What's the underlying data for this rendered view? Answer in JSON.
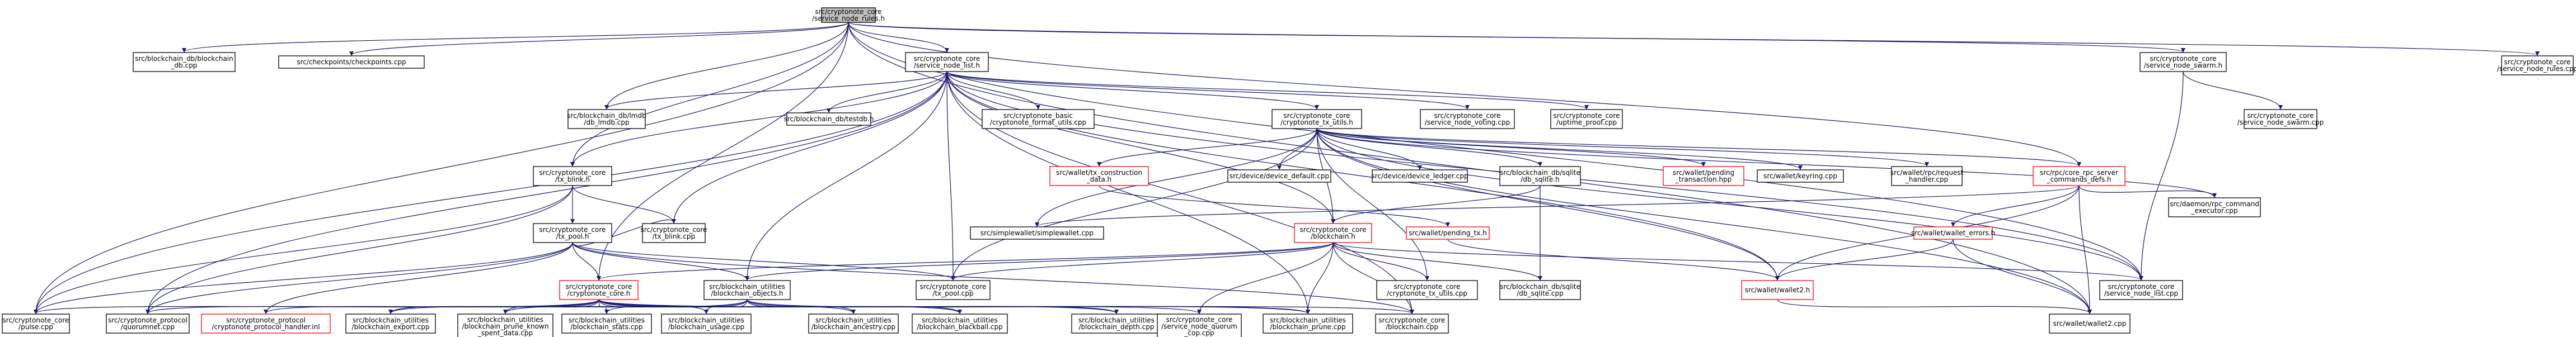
{
  "graph": {
    "colors": {
      "root_fill": "#bfbfbf",
      "node_fill": "#ffffff",
      "normal_border": "#000000",
      "truncated_border": "#ff0000",
      "text": "#000000",
      "edge": "#191970"
    },
    "nodes": [
      {
        "id": "n0",
        "lines": [
          "src/cryptonote_core",
          "/service_node_rules.h"
        ],
        "root": true
      },
      {
        "id": "n1",
        "lines": [
          "src/blockchain_db/blockchain",
          "_db.cpp"
        ]
      },
      {
        "id": "n2",
        "lines": [
          "src/checkpoints/checkpoints.cpp"
        ]
      },
      {
        "id": "n3",
        "lines": [
          "src/cryptonote_core",
          "/service_node_list.h"
        ]
      },
      {
        "id": "n4",
        "lines": [
          "src/cryptonote_core",
          "/service_node_swarm.h"
        ]
      },
      {
        "id": "n5",
        "lines": [
          "src/cryptonote_core",
          "/service_node_rules.cpp"
        ]
      },
      {
        "id": "n6",
        "lines": [
          "src/blockchain_db/lmdb",
          "/db_lmdb.cpp"
        ]
      },
      {
        "id": "n7",
        "lines": [
          "src/blockchain_db/testdb.h"
        ]
      },
      {
        "id": "n8",
        "lines": [
          "src/cryptonote_basic",
          "/cryptonote_format_utils.cpp"
        ]
      },
      {
        "id": "n9",
        "lines": [
          "src/cryptonote_core",
          "/cryptonote_tx_utils.h"
        ]
      },
      {
        "id": "n10",
        "lines": [
          "src/cryptonote_core",
          "/service_node_voting.cpp"
        ]
      },
      {
        "id": "n11",
        "lines": [
          "src/cryptonote_core",
          "/uptime_proof.cpp"
        ]
      },
      {
        "id": "n12",
        "lines": [
          "src/cryptonote_core",
          "/service_node_swarm.cpp"
        ]
      },
      {
        "id": "n13",
        "lines": [
          "src/cryptonote_core",
          "/tx_blink.h"
        ]
      },
      {
        "id": "n14",
        "lines": [
          "src/wallet/tx_construction",
          "_data.h"
        ],
        "truncated": true
      },
      {
        "id": "n15",
        "lines": [
          "src/device/device_default.cpp"
        ]
      },
      {
        "id": "n16",
        "lines": [
          "src/device/device_ledger.cpp"
        ]
      },
      {
        "id": "n17",
        "lines": [
          "src/blockchain_db/sqlite",
          "/db_sqlite.h"
        ]
      },
      {
        "id": "n18",
        "lines": [
          "src/wallet/pending",
          "_transaction.hpp"
        ],
        "truncated": true
      },
      {
        "id": "n19",
        "lines": [
          "src/wallet/keyring.cpp"
        ]
      },
      {
        "id": "n20",
        "lines": [
          "src/wallet/rpc/request",
          "_handler.cpp"
        ]
      },
      {
        "id": "n21",
        "lines": [
          "src/rpc/core_rpc_server",
          "_commands_defs.h"
        ],
        "truncated": true
      },
      {
        "id": "n22",
        "lines": [
          "src/cryptonote_core",
          "/tx_pool.h"
        ]
      },
      {
        "id": "n23",
        "lines": [
          "src/cryptonote_core",
          "/tx_blink.cpp"
        ]
      },
      {
        "id": "n24",
        "lines": [
          "src/simplewallet/simplewallet.cpp"
        ]
      },
      {
        "id": "n25",
        "lines": [
          "src/cryptonote_core",
          "/blockchain.h"
        ],
        "truncated": true
      },
      {
        "id": "n26",
        "lines": [
          "src/wallet/pending_tx.h"
        ],
        "truncated": true
      },
      {
        "id": "n27",
        "lines": [
          "src/wallet/wallet_errors.h"
        ],
        "truncated": true
      },
      {
        "id": "n28",
        "lines": [
          "src/daemon/rpc_command",
          "_executor.cpp"
        ]
      },
      {
        "id": "n29",
        "lines": [
          "src/cryptonote_core",
          "/cryptonote_core.h"
        ],
        "truncated": true
      },
      {
        "id": "n30",
        "lines": [
          "src/blockchain_utilities",
          "/blockchain_objects.h"
        ]
      },
      {
        "id": "n31",
        "lines": [
          "src/cryptonote_core",
          "/tx_pool.cpp"
        ]
      },
      {
        "id": "n32",
        "lines": [
          "src/cryptonote_core",
          "/cryptonote_tx_utils.cpp"
        ]
      },
      {
        "id": "n33",
        "lines": [
          "src/blockchain_db/sqlite",
          "/db_sqlite.cpp"
        ]
      },
      {
        "id": "n34",
        "lines": [
          "src/wallet/wallet2.h"
        ],
        "truncated": true
      },
      {
        "id": "n35",
        "lines": [
          "src/cryptonote_core",
          "/service_node_list.cpp"
        ]
      },
      {
        "id": "n36",
        "lines": [
          "src/cryptonote_core",
          "/pulse.cpp"
        ]
      },
      {
        "id": "n37",
        "lines": [
          "src/cryptonote_protocol",
          "/quorumnet.cpp"
        ]
      },
      {
        "id": "n38",
        "lines": [
          "src/cryptonote_protocol",
          "/cryptonote_protocol_handler.inl"
        ],
        "truncated": true
      },
      {
        "id": "n39",
        "lines": [
          "src/blockchain_utilities",
          "/blockchain_export.cpp"
        ]
      },
      {
        "id": "n40",
        "lines": [
          "src/blockchain_utilities",
          "/blockchain_prune_known",
          "_spent_data.cpp"
        ]
      },
      {
        "id": "n41",
        "lines": [
          "src/blockchain_utilities",
          "/blockchain_stats.cpp"
        ]
      },
      {
        "id": "n42",
        "lines": [
          "src/blockchain_utilities",
          "/blockchain_usage.cpp"
        ]
      },
      {
        "id": "n43",
        "lines": [
          "src/blockchain_utilities",
          "/blockchain_ancestry.cpp"
        ]
      },
      {
        "id": "n44",
        "lines": [
          "src/blockchain_utilities",
          "/blockchain_blackball.cpp"
        ]
      },
      {
        "id": "n45",
        "lines": [
          "src/blockchain_utilities",
          "/blockchain_depth.cpp"
        ]
      },
      {
        "id": "n46",
        "lines": [
          "src/cryptonote_core",
          "/service_node_quorum",
          "_cop.cpp"
        ]
      },
      {
        "id": "n47",
        "lines": [
          "src/blockchain_utilities",
          "/blockchain_prune.cpp"
        ]
      },
      {
        "id": "n48",
        "lines": [
          "src/cryptonote_core",
          "/blockchain.cpp"
        ]
      },
      {
        "id": "n49",
        "lines": [
          "src/wallet/wallet2.cpp"
        ]
      }
    ],
    "edges": [
      [
        "n0",
        "n1"
      ],
      [
        "n0",
        "n2"
      ],
      [
        "n0",
        "n3"
      ],
      [
        "n0",
        "n4"
      ],
      [
        "n0",
        "n5"
      ],
      [
        "n0",
        "n6"
      ],
      [
        "n0",
        "n13"
      ],
      [
        "n0",
        "n36"
      ],
      [
        "n0",
        "n29"
      ],
      [
        "n0",
        "n35"
      ],
      [
        "n0",
        "n49"
      ],
      [
        "n0",
        "n21"
      ],
      [
        "n4",
        "n12"
      ],
      [
        "n4",
        "n35"
      ],
      [
        "n3",
        "n6"
      ],
      [
        "n3",
        "n7"
      ],
      [
        "n3",
        "n8"
      ],
      [
        "n3",
        "n9"
      ],
      [
        "n3",
        "n10"
      ],
      [
        "n3",
        "n11"
      ],
      [
        "n3",
        "n13"
      ],
      [
        "n3",
        "n23"
      ],
      [
        "n3",
        "n25"
      ],
      [
        "n3",
        "n30"
      ],
      [
        "n3",
        "n31"
      ],
      [
        "n3",
        "n36"
      ],
      [
        "n3",
        "n37"
      ],
      [
        "n3",
        "n47"
      ],
      [
        "n3",
        "n48"
      ],
      [
        "n3",
        "n35"
      ],
      [
        "n3",
        "n34"
      ],
      [
        "n9",
        "n14"
      ],
      [
        "n9",
        "n15"
      ],
      [
        "n9",
        "n16"
      ],
      [
        "n9",
        "n17"
      ],
      [
        "n9",
        "n18"
      ],
      [
        "n9",
        "n19"
      ],
      [
        "n9",
        "n20"
      ],
      [
        "n9",
        "n21"
      ],
      [
        "n9",
        "n24"
      ],
      [
        "n9",
        "n25"
      ],
      [
        "n9",
        "n28"
      ],
      [
        "n9",
        "n32"
      ],
      [
        "n9",
        "n34"
      ],
      [
        "n9",
        "n49"
      ],
      [
        "n9",
        "n31"
      ],
      [
        "n9",
        "n35"
      ],
      [
        "n13",
        "n22"
      ],
      [
        "n13",
        "n23"
      ],
      [
        "n13",
        "n36"
      ],
      [
        "n13",
        "n37"
      ],
      [
        "n14",
        "n26"
      ],
      [
        "n17",
        "n25"
      ],
      [
        "n17",
        "n33"
      ],
      [
        "n21",
        "n24"
      ],
      [
        "n21",
        "n27"
      ],
      [
        "n21",
        "n28"
      ],
      [
        "n21",
        "n34"
      ],
      [
        "n21",
        "n49"
      ],
      [
        "n22",
        "n29"
      ],
      [
        "n22",
        "n30"
      ],
      [
        "n22",
        "n31"
      ],
      [
        "n22",
        "n36"
      ],
      [
        "n22",
        "n37"
      ],
      [
        "n22",
        "n38"
      ],
      [
        "n22",
        "n48"
      ],
      [
        "n22",
        "n23"
      ],
      [
        "n25",
        "n29"
      ],
      [
        "n25",
        "n30"
      ],
      [
        "n25",
        "n31"
      ],
      [
        "n25",
        "n32"
      ],
      [
        "n25",
        "n33"
      ],
      [
        "n25",
        "n47"
      ],
      [
        "n25",
        "n48"
      ],
      [
        "n25",
        "n35"
      ],
      [
        "n25",
        "n46"
      ],
      [
        "n26",
        "n34"
      ],
      [
        "n27",
        "n34"
      ],
      [
        "n27",
        "n49"
      ],
      [
        "n34",
        "n49"
      ],
      [
        "n29",
        "n36"
      ],
      [
        "n29",
        "n37"
      ],
      [
        "n29",
        "n38"
      ],
      [
        "n29",
        "n39"
      ],
      [
        "n29",
        "n40"
      ],
      [
        "n29",
        "n41"
      ],
      [
        "n29",
        "n42"
      ],
      [
        "n29",
        "n43"
      ],
      [
        "n29",
        "n44"
      ],
      [
        "n29",
        "n45"
      ],
      [
        "n29",
        "n46"
      ],
      [
        "n29",
        "n47"
      ],
      [
        "n29",
        "n48"
      ],
      [
        "n30",
        "n39"
      ],
      [
        "n30",
        "n40"
      ],
      [
        "n30",
        "n41"
      ],
      [
        "n30",
        "n42"
      ],
      [
        "n30",
        "n43"
      ],
      [
        "n30",
        "n44"
      ],
      [
        "n30",
        "n45"
      ],
      [
        "n30",
        "n47"
      ]
    ]
  }
}
